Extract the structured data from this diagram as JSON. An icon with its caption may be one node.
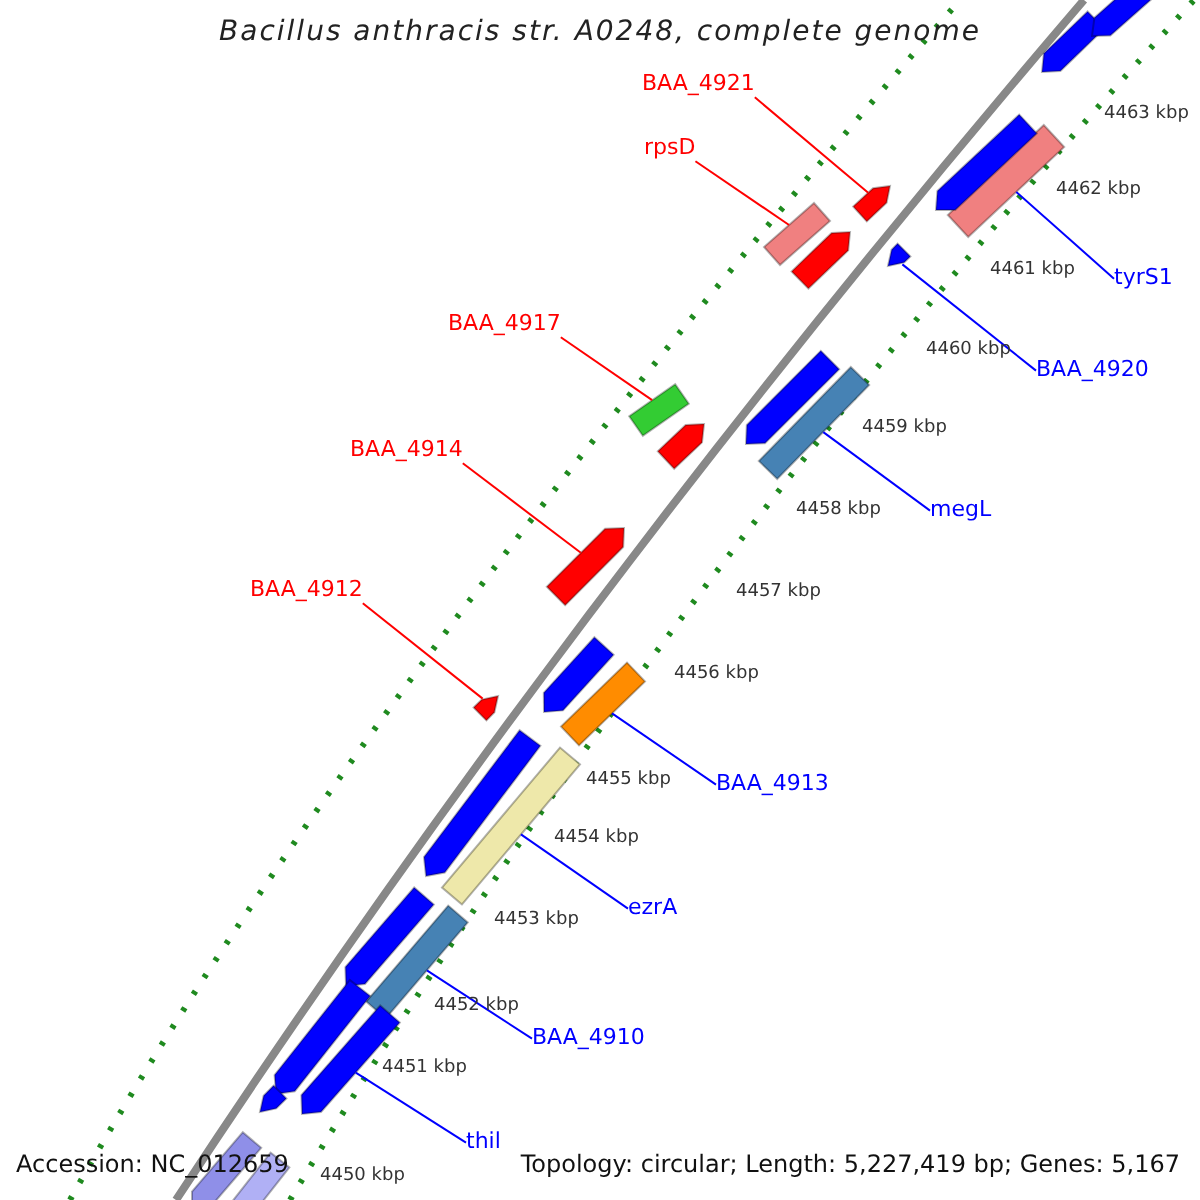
{
  "diagram": {
    "title": "Bacillus anthracis str. A0248, complete genome",
    "nodes": [
      {
        "text": [
          "BAA_4921"
        ]
      },
      {
        "text": [],
        "shape": "arrow"
      },
      {
        "text": [
          "rpsD"
        ]
      },
      {
        "text": [],
        "shape": "bar"
      },
      {
        "text": [
          "tyrS1"
        ]
      },
      {
        "text": [],
        "shape": "bar"
      },
      {
        "text": [
          "BAA_4920"
        ]
      },
      {
        "text": [],
        "shape": "arrow"
      },
      {
        "text": [
          "BAA_4917"
        ]
      },
      {
        "text": [],
        "shape": "bar"
      },
      {
        "text": [
          "megL"
        ]
      },
      {
        "text": [],
        "shape": "bar"
      },
      {
        "text": [
          "BAA_4914"
        ]
      },
      {
        "text": [],
        "shape": "arrow"
      },
      {
        "text": [
          "BAA_4912"
        ]
      },
      {
        "text": [],
        "shape": "arrow"
      },
      {
        "text": [
          "BAA_4913"
        ]
      },
      {
        "text": [],
        "shape": "bar"
      },
      {
        "text": [
          "ezrA"
        ]
      },
      {
        "text": [],
        "shape": "bar"
      },
      {
        "text": [
          "BAA_4910"
        ]
      },
      {
        "text": [],
        "shape": "bar"
      },
      {
        "text": [
          "thil"
        ]
      },
      {
        "text": [],
        "shape": "arrow"
      },
      {
        "text": [],
        "shape": "arrow"
      },
      {
        "text": [],
        "shape": "arrow"
      },
      {
        "text": [],
        "shape": "arrow"
      },
      {
        "text": [],
        "shape": "arrow"
      },
      {
        "text": [],
        "shape": "arrow"
      },
      {
        "text": [],
        "shape": "arrow"
      },
      {
        "text": [],
        "shape": "arrow"
      },
      {
        "text": [],
        "shape": "arrow"
      },
      {
        "text": [],
        "shape": "arrow"
      },
      {
        "text": [],
        "shape": "arrow"
      },
      {
        "text": [],
        "shape": "bar"
      },
      {
        "text": [],
        "shape": "arrow"
      },
      {
        "text": [],
        "shape": "arrow"
      }
    ],
    "edges": [
      {
        "from": 0,
        "to": 1,
        "arrow": "none",
        "color": "#ff0000"
      },
      {
        "from": 2,
        "to": 3,
        "arrow": "none",
        "color": "#ff0000"
      },
      {
        "from": 4,
        "to": 5,
        "arrow": "none",
        "color": "#0000ff"
      },
      {
        "from": 6,
        "to": 7,
        "arrow": "none",
        "color": "#0000ff"
      },
      {
        "from": 8,
        "to": 9,
        "arrow": "none",
        "color": "#ff0000"
      },
      {
        "from": 10,
        "to": 11,
        "arrow": "none",
        "color": "#0000ff"
      },
      {
        "from": 12,
        "to": 13,
        "arrow": "none",
        "color": "#ff0000"
      },
      {
        "from": 14,
        "to": 15,
        "arrow": "none",
        "color": "#ff0000"
      },
      {
        "from": 16,
        "to": 17,
        "arrow": "none",
        "color": "#0000ff"
      },
      {
        "from": 18,
        "to": 19,
        "arrow": "none",
        "color": "#0000ff"
      },
      {
        "from": 20,
        "to": 21,
        "arrow": "none",
        "color": "#0000ff"
      },
      {
        "from": 22,
        "to": 23,
        "arrow": "none",
        "color": "#0000ff"
      }
    ],
    "labels": [
      "4463 kbp",
      "4462 kbp",
      "4461 kbp",
      "4460 kbp",
      "4459 kbp",
      "4458 kbp",
      "4457 kbp",
      "4456 kbp",
      "4455 kbp",
      "4454 kbp",
      "4453 kbp",
      "4452 kbp",
      "4451 kbp",
      "4450 kbp",
      "Accession: NC_012659",
      "Topology: circular; Length: 5,227,419 bp; Genes: 5,167"
    ]
  }
}
